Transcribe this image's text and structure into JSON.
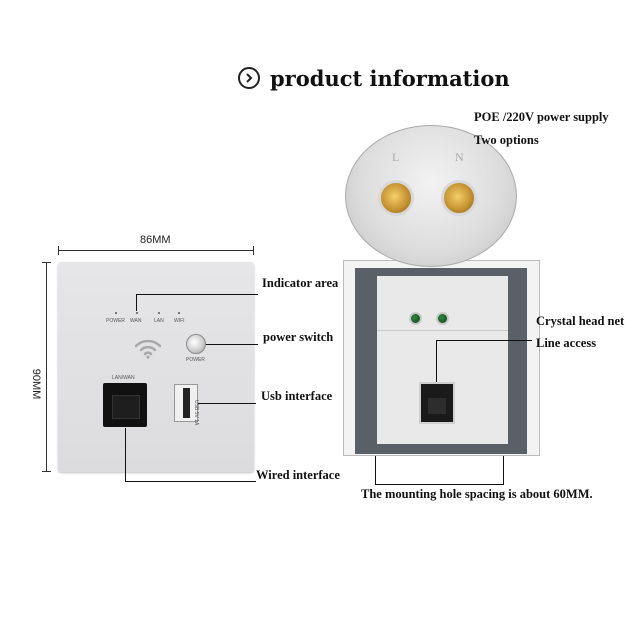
{
  "header": {
    "title": "product information",
    "icon": "chevron-right-circle-icon"
  },
  "dimensions": {
    "width_label": "86MM",
    "height_label": "90MM"
  },
  "front_panel": {
    "indicators": [
      "POWER",
      "WAN",
      "LAN",
      "WIFI"
    ],
    "power_label": "POWER",
    "port_label": "LAN/WAN",
    "usb_label": "USB 5V 1A"
  },
  "callouts": {
    "indicator_area": "Indicator area",
    "power_switch": "power switch",
    "usb_interface": "Usb interface",
    "wired_interface": "Wired interface",
    "poe_supply": "POE /220V power supply",
    "two_options": "Two options",
    "crystal_head": "Crystal head net",
    "line_access": "Line access",
    "mounting": "The mounting hole spacing is about 60MM."
  },
  "terminal_labels": [
    "L",
    "N"
  ],
  "colors": {
    "panel": "#dcdcde",
    "frame": "#5a6068",
    "terminal": "#c79432",
    "led": "#0e3d15"
  }
}
